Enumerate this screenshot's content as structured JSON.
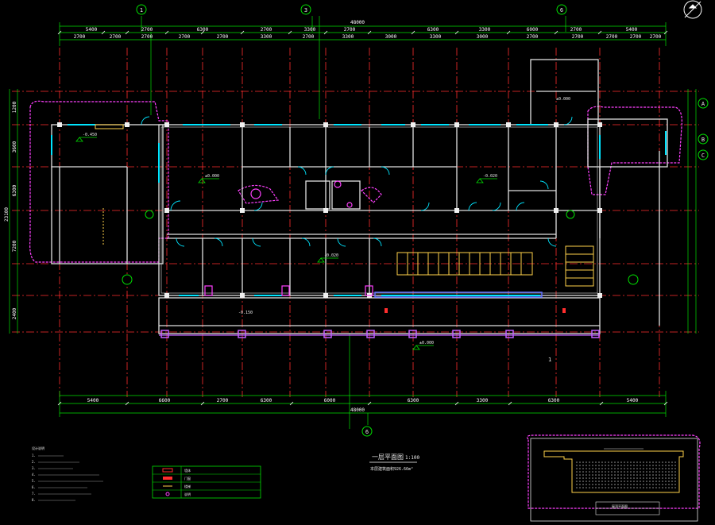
{
  "drawing": {
    "title": "一层平面图",
    "scale": "1:100",
    "subtitle": "本层建筑面积926.66m²",
    "note_number": "1"
  },
  "dimensions": {
    "top_overall": "48000",
    "top_row1": [
      "5400",
      "2700",
      "6300",
      "2700",
      "3300",
      "2700",
      "6300",
      "3300",
      "6000",
      "2700",
      "5400"
    ],
    "top_row2": [
      "2700",
      "2700",
      "2700",
      "2700",
      "2700",
      "3300",
      "2700",
      "3300",
      "3000",
      "3300",
      "3000",
      "2700",
      "2700",
      "2700",
      "2700",
      "2700"
    ],
    "bottom_overall": "48000",
    "bottom_row": [
      "5400",
      "6600",
      "2700",
      "6300",
      "6000",
      "6300",
      "3300",
      "6300",
      "5400"
    ],
    "left_overall": "23100",
    "left_row": [
      "1200",
      "3600",
      "6300",
      "7200",
      "2400"
    ]
  },
  "axes": {
    "bottom_axis_label": "6",
    "top_axis_labels": [
      "1",
      "3",
      "6"
    ],
    "right_axis_labels": [
      "A",
      "B",
      "C"
    ]
  },
  "rooms": {
    "elevations": [
      "-0.450",
      "±0.000",
      "-0.020",
      "±0.000",
      "-0.020",
      "±0.000",
      "-0.150"
    ]
  },
  "legend": {
    "rows": [
      "墙体",
      "门窗",
      "楼梯",
      "说明"
    ]
  },
  "notes": {
    "heading": "设计说明",
    "lines": [
      "1.",
      "2.",
      "3.",
      "4.",
      "5.",
      "6.",
      "7.",
      "8."
    ]
  },
  "inset": {
    "label": "屋顶平面图"
  },
  "colors": {
    "wall": "#e0e0e0",
    "axis": "#ff2e2e",
    "dim": "#00e000",
    "door": "#00e5ff",
    "hatch": "#ff40ff",
    "stairs": "#ffd24a",
    "column": "#c060ff"
  }
}
